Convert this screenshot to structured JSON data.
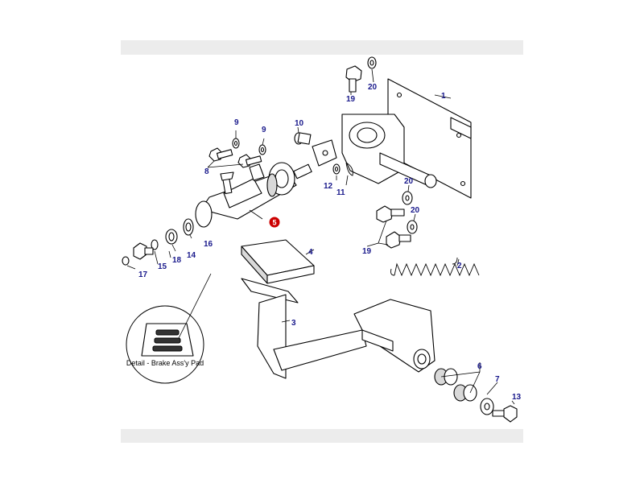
{
  "diagram": {
    "callouts": [
      {
        "id": "c1",
        "text": "1"
      },
      {
        "id": "c2",
        "text": "2"
      },
      {
        "id": "c3",
        "text": "3"
      },
      {
        "id": "c4",
        "text": "4"
      },
      {
        "id": "c5",
        "text": "5",
        "highlight": true
      },
      {
        "id": "c6",
        "text": "6"
      },
      {
        "id": "c7",
        "text": "7"
      },
      {
        "id": "c8",
        "text": "8"
      },
      {
        "id": "c9a",
        "text": "9"
      },
      {
        "id": "c9b",
        "text": "9"
      },
      {
        "id": "c10",
        "text": "10"
      },
      {
        "id": "c11",
        "text": "11"
      },
      {
        "id": "c12",
        "text": "12"
      },
      {
        "id": "c13",
        "text": "13"
      },
      {
        "id": "c14",
        "text": "14"
      },
      {
        "id": "c15",
        "text": "15"
      },
      {
        "id": "c16",
        "text": "16"
      },
      {
        "id": "c17",
        "text": "17"
      },
      {
        "id": "c18",
        "text": "18"
      },
      {
        "id": "c19a",
        "text": "19"
      },
      {
        "id": "c19b",
        "text": "19"
      },
      {
        "id": "c20a",
        "text": "20"
      },
      {
        "id": "c20b",
        "text": "20"
      },
      {
        "id": "c20c",
        "text": "20"
      }
    ],
    "detail_caption": "Detail - Brake Ass'y Pad",
    "colors": {
      "frame_background": "#ececec",
      "callout_text": "#1a1a8c",
      "highlight_marker": "#cc0000"
    }
  }
}
